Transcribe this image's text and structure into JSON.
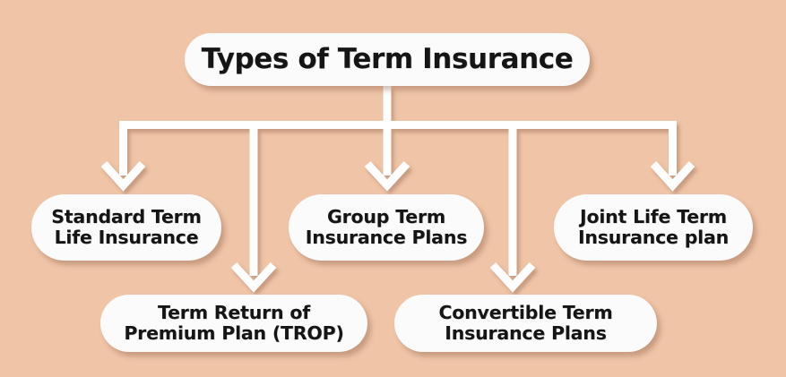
{
  "diagram": {
    "title": "Types of Term Insurance",
    "background_color": "#efc4a7",
    "node_fill_color": "#fbfbfb",
    "connector_color": "#ffffff",
    "text_color": "#151515",
    "root": {
      "id": "root",
      "label": "Types of Term Insurance"
    },
    "branches": [
      {
        "id": "standard-term",
        "label": "Standard Term\nLife Insurance",
        "row": 1
      },
      {
        "id": "trop",
        "label": "Term Return of\nPremium Plan (TROP)",
        "row": 2
      },
      {
        "id": "group-term",
        "label": "Group Term\nInsurance Plans",
        "row": 1
      },
      {
        "id": "convertible",
        "label": "Convertible Term\nInsurance Plans",
        "row": 2
      },
      {
        "id": "joint-life",
        "label": "Joint Life Term\nInsurance plan",
        "row": 1
      }
    ]
  }
}
